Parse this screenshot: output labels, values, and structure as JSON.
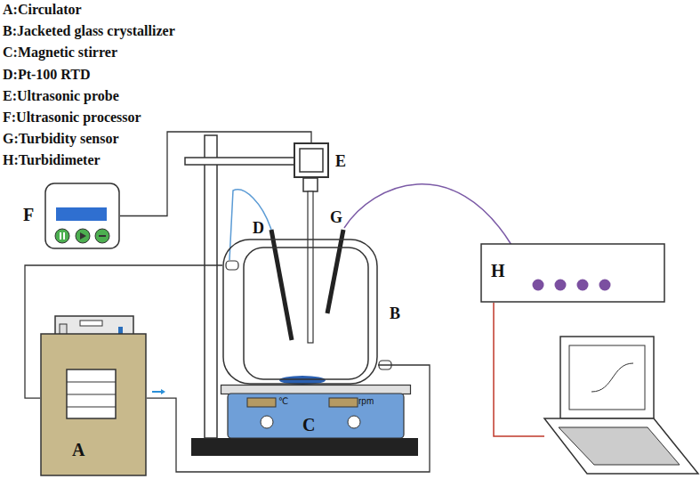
{
  "diagram": {
    "nodes": [
      {
        "text": [
          "F"
        ]
      },
      {
        "text": [
          "E"
        ]
      },
      {
        "text": [
          "B"
        ]
      },
      {
        "text": [
          "H"
        ]
      },
      {
        "text": [
          "A"
        ]
      },
      {
        "text": [
          "C"
        ]
      }
    ],
    "edges": [
      {
        "from": 0,
        "to": 1,
        "arrow": "none"
      },
      {
        "from": 4,
        "to": 2,
        "arrow": "none"
      },
      {
        "from": 4,
        "to": 2,
        "arrow": "none"
      }
    ],
    "labels": [
      "A:Circulator",
      "B:Jacketed glass crystallizer",
      "C:Magnetic stirrer",
      "D:Pt-100 RTD",
      "E:Ultrasonic probe",
      "F:Ultrasonic processor",
      "G:Turbidity sensor",
      "H:Turbidimeter",
      "D",
      "G",
      "℃",
      "rpm"
    ]
  }
}
